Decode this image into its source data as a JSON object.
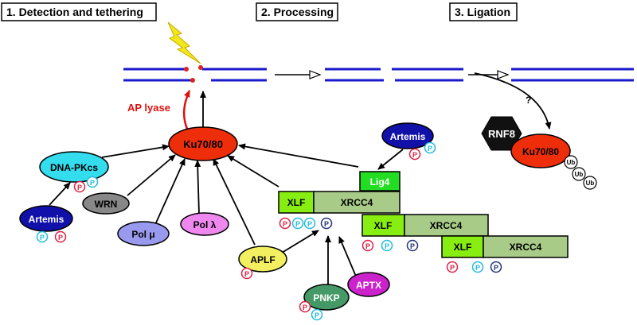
{
  "headers": {
    "step1": "1. Detection and tethering",
    "step2": "2. Processing",
    "step3": "3. Ligation"
  },
  "labels": {
    "ap_lyase": "AP lyase",
    "question": "?"
  },
  "proteins": {
    "ku_center": "Ku70/80",
    "dna_pkcs": "DNA-PKcs",
    "artemis_left": "Artemis",
    "wrn": "WRN",
    "pol_mu": "Pol μ",
    "pol_lambda": "Pol λ",
    "aplf": "APLF",
    "artemis_top": "Artemis",
    "lig4": "Lig4",
    "xlf1": "XLF",
    "xrcc4_1": "XRCC4",
    "xlf2": "XLF",
    "xrcc4_2": "XRCC4",
    "xlf3": "XLF",
    "xrcc4_3": "XRCC4",
    "pnkp": "PNKP",
    "aptx": "APTX",
    "rnf8": "RNF8",
    "ku_right": "Ku70/80",
    "ub": "Ub",
    "p": "P"
  },
  "colors": {
    "dna": "#1a1acc",
    "ku": "#ee2d0a",
    "dna_pkcs": "#33ddee",
    "artemis": "#1111aa",
    "wrn": "#888888",
    "pol_mu": "#9999ee",
    "pol_lambda": "#ee88ee",
    "aplf": "#f2f060",
    "lig4": "#22dd22",
    "xlf": "#88ee11",
    "xrcc4": "#a8cc88",
    "pnkp": "#449966",
    "aptx": "#cc22cc",
    "p_red": "#dd2244",
    "p_cyan": "#22bbdd",
    "p_navy": "#223377",
    "lightning": "#f2e818",
    "ap_lyase": "#dd1111"
  }
}
